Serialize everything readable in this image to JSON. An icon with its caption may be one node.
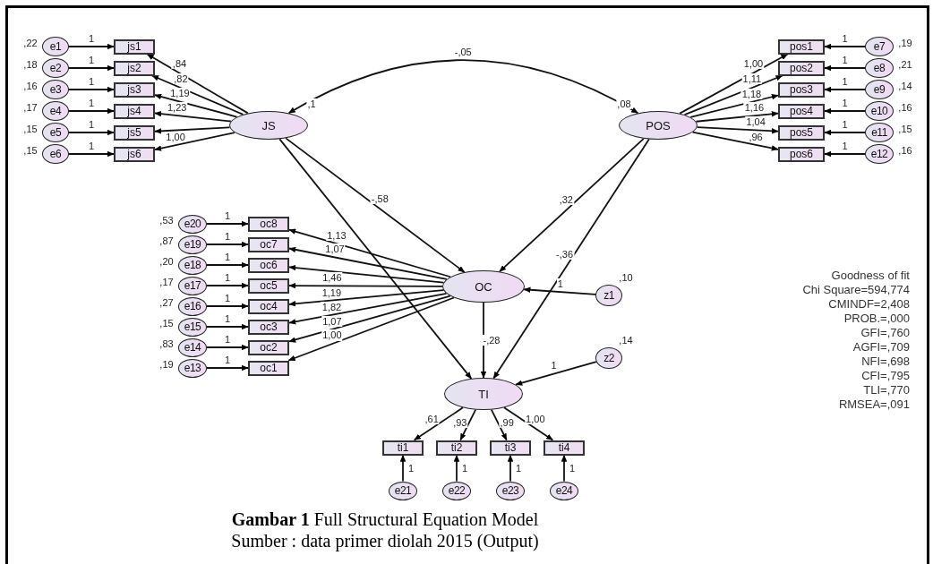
{
  "diagram": {
    "caption": "**Gambar 1** Full Structural Equation Model",
    "nodes": [
      {
        "text": [
          "JS"
        ],
        "beside": [
          ",1"
        ]
      },
      {
        "text": [
          "POS"
        ],
        "beside": [
          ",08"
        ]
      },
      {
        "text": [
          "OC"
        ]
      },
      {
        "text": [
          "TI"
        ]
      },
      {
        "text": [
          "z1"
        ],
        "beside": [
          ",10"
        ]
      },
      {
        "text": [
          "z2"
        ],
        "beside": [
          ",14"
        ]
      },
      {
        "text": [
          "js1"
        ]
      },
      {
        "text": [
          "js2"
        ]
      },
      {
        "text": [
          "js3"
        ]
      },
      {
        "text": [
          "js4"
        ]
      },
      {
        "text": [
          "js5"
        ]
      },
      {
        "text": [
          "js6"
        ]
      },
      {
        "text": [
          "e1"
        ],
        "beside": [
          ",22"
        ]
      },
      {
        "text": [
          "e2"
        ],
        "beside": [
          ",18"
        ]
      },
      {
        "text": [
          "e3"
        ],
        "beside": [
          ",16"
        ]
      },
      {
        "text": [
          "e4"
        ],
        "beside": [
          ",17"
        ]
      },
      {
        "text": [
          "e5"
        ],
        "beside": [
          ",15"
        ]
      },
      {
        "text": [
          "e6"
        ],
        "beside": [
          ",15"
        ]
      },
      {
        "text": [
          "pos1"
        ]
      },
      {
        "text": [
          "pos2"
        ]
      },
      {
        "text": [
          "pos3"
        ]
      },
      {
        "text": [
          "pos4"
        ]
      },
      {
        "text": [
          "pos5"
        ]
      },
      {
        "text": [
          "pos6"
        ]
      },
      {
        "text": [
          "e7"
        ],
        "beside": [
          ",19"
        ]
      },
      {
        "text": [
          "e8"
        ],
        "beside": [
          ",21"
        ]
      },
      {
        "text": [
          "e9"
        ],
        "beside": [
          ",14"
        ]
      },
      {
        "text": [
          "e10"
        ],
        "beside": [
          ",16"
        ]
      },
      {
        "text": [
          "e11"
        ],
        "beside": [
          ",15"
        ]
      },
      {
        "text": [
          "e12"
        ],
        "beside": [
          ",16"
        ]
      },
      {
        "text": [
          "oc8"
        ]
      },
      {
        "text": [
          "oc7"
        ]
      },
      {
        "text": [
          "oc6"
        ]
      },
      {
        "text": [
          "oc5"
        ]
      },
      {
        "text": [
          "oc4"
        ]
      },
      {
        "text": [
          "oc3"
        ]
      },
      {
        "text": [
          "oc2"
        ]
      },
      {
        "text": [
          "oc1"
        ]
      },
      {
        "text": [
          "e20"
        ],
        "beside": [
          ",53"
        ]
      },
      {
        "text": [
          "e19"
        ],
        "beside": [
          ",87"
        ]
      },
      {
        "text": [
          "e18"
        ],
        "beside": [
          ",20"
        ]
      },
      {
        "text": [
          "e17"
        ],
        "beside": [
          ",17"
        ]
      },
      {
        "text": [
          "e16"
        ],
        "beside": [
          ",27"
        ]
      },
      {
        "text": [
          "e15"
        ],
        "beside": [
          ",15"
        ]
      },
      {
        "text": [
          "e14"
        ],
        "beside": [
          ",83"
        ]
      },
      {
        "text": [
          "e13"
        ],
        "beside": [
          ",19"
        ]
      },
      {
        "text": [
          "ti1"
        ]
      },
      {
        "text": [
          "ti2"
        ]
      },
      {
        "text": [
          "ti3"
        ]
      },
      {
        "text": [
          "ti4"
        ]
      },
      {
        "text": [
          "e21"
        ]
      },
      {
        "text": [
          "e22"
        ]
      },
      {
        "text": [
          "e23"
        ]
      },
      {
        "text": [
          "e24"
        ]
      }
    ],
    "edges": [
      {
        "from": 0,
        "to": 1,
        "arrow": "both",
        "label": "-,05"
      },
      {
        "from": 0,
        "to": 2,
        "arrow": "to",
        "label": "-,58"
      },
      {
        "from": 1,
        "to": 2,
        "arrow": "to",
        "label": ",32"
      },
      {
        "from": 0,
        "to": 3,
        "arrow": "to"
      },
      {
        "from": 1,
        "to": 3,
        "arrow": "to",
        "label": "-,36"
      },
      {
        "from": 2,
        "to": 3,
        "arrow": "to",
        "label": "-,28"
      },
      {
        "from": 4,
        "to": 2,
        "arrow": "to",
        "label": "1"
      },
      {
        "from": 5,
        "to": 3,
        "arrow": "to",
        "label": "1"
      },
      {
        "from": 0,
        "to": 6,
        "arrow": "to",
        "label": ",84"
      },
      {
        "from": 0,
        "to": 7,
        "arrow": "to",
        "label": ",82"
      },
      {
        "from": 0,
        "to": 8,
        "arrow": "to",
        "label": "1,19"
      },
      {
        "from": 0,
        "to": 9,
        "arrow": "to",
        "label": "1,23"
      },
      {
        "from": 0,
        "to": 10,
        "arrow": "to"
      },
      {
        "from": 0,
        "to": 11,
        "arrow": "to",
        "label": "1,00"
      },
      {
        "from": 12,
        "to": 6,
        "arrow": "to",
        "label": "1"
      },
      {
        "from": 13,
        "to": 7,
        "arrow": "to",
        "label": "1"
      },
      {
        "from": 14,
        "to": 8,
        "arrow": "to",
        "label": "1"
      },
      {
        "from": 15,
        "to": 9,
        "arrow": "to",
        "label": "1"
      },
      {
        "from": 16,
        "to": 10,
        "arrow": "to",
        "label": "1"
      },
      {
        "from": 17,
        "to": 11,
        "arrow": "to",
        "label": "1"
      },
      {
        "from": 1,
        "to": 18,
        "arrow": "to",
        "label": "1,00"
      },
      {
        "from": 1,
        "to": 19,
        "arrow": "to",
        "label": "1,11"
      },
      {
        "from": 1,
        "to": 20,
        "arrow": "to",
        "label": "1,18"
      },
      {
        "from": 1,
        "to": 21,
        "arrow": "to",
        "label": "1,16"
      },
      {
        "from": 1,
        "to": 22,
        "arrow": "to",
        "label": "1,04"
      },
      {
        "from": 1,
        "to": 23,
        "arrow": "to",
        "label": ",96"
      },
      {
        "from": 24,
        "to": 18,
        "arrow": "to",
        "label": "1"
      },
      {
        "from": 25,
        "to": 19,
        "arrow": "to",
        "label": "1"
      },
      {
        "from": 26,
        "to": 20,
        "arrow": "to",
        "label": "1"
      },
      {
        "from": 27,
        "to": 21,
        "arrow": "to",
        "label": "1"
      },
      {
        "from": 28,
        "to": 22,
        "arrow": "to",
        "label": "1"
      },
      {
        "from": 29,
        "to": 23,
        "arrow": "to",
        "label": "1"
      },
      {
        "from": 2,
        "to": 30,
        "arrow": "to",
        "label": "1,13"
      },
      {
        "from": 2,
        "to": 31,
        "arrow": "to",
        "label": "1,07"
      },
      {
        "from": 2,
        "to": 32,
        "arrow": "to"
      },
      {
        "from": 2,
        "to": 33,
        "arrow": "to",
        "label": "1,46"
      },
      {
        "from": 2,
        "to": 34,
        "arrow": "to",
        "label": "1,19"
      },
      {
        "from": 2,
        "to": 35,
        "arrow": "to",
        "label": "1,82"
      },
      {
        "from": 2,
        "to": 36,
        "arrow": "to",
        "label": "1,07"
      },
      {
        "from": 2,
        "to": 37,
        "arrow": "to",
        "label": "1,00"
      },
      {
        "from": 38,
        "to": 30,
        "arrow": "to",
        "label": "1"
      },
      {
        "from": 39,
        "to": 31,
        "arrow": "to",
        "label": "1"
      },
      {
        "from": 40,
        "to": 32,
        "arrow": "to",
        "label": "1"
      },
      {
        "from": 41,
        "to": 33,
        "arrow": "to",
        "label": "1"
      },
      {
        "from": 42,
        "to": 34,
        "arrow": "to",
        "label": "1"
      },
      {
        "from": 43,
        "to": 35,
        "arrow": "to",
        "label": "1"
      },
      {
        "from": 44,
        "to": 36,
        "arrow": "to",
        "label": "1"
      },
      {
        "from": 45,
        "to": 37,
        "arrow": "to",
        "label": "1"
      },
      {
        "from": 3,
        "to": 46,
        "arrow": "to",
        "label": ",61"
      },
      {
        "from": 3,
        "to": 47,
        "arrow": "to",
        "label": ",93"
      },
      {
        "from": 3,
        "to": 48,
        "arrow": "to",
        "label": ",99"
      },
      {
        "from": 3,
        "to": 49,
        "arrow": "to",
        "label": "1,00"
      },
      {
        "from": 50,
        "to": 46,
        "arrow": "to",
        "label": "1"
      },
      {
        "from": 51,
        "to": 47,
        "arrow": "to",
        "label": "1"
      },
      {
        "from": 52,
        "to": 48,
        "arrow": "to",
        "label": "1"
      },
      {
        "from": 53,
        "to": 49,
        "arrow": "to",
        "label": "1"
      }
    ],
    "labels": [
      "Goodness of fit",
      "Chi Square=594,774",
      "CMINDF=2,408",
      "PROB.=,000",
      "GFI=,760",
      "AGFI=,709",
      "NFI=,698",
      "CFI=,795",
      "TLI=,770",
      "RMSEA=,091",
      "Sumber : data primer diolah 2015 (Output)"
    ]
  }
}
